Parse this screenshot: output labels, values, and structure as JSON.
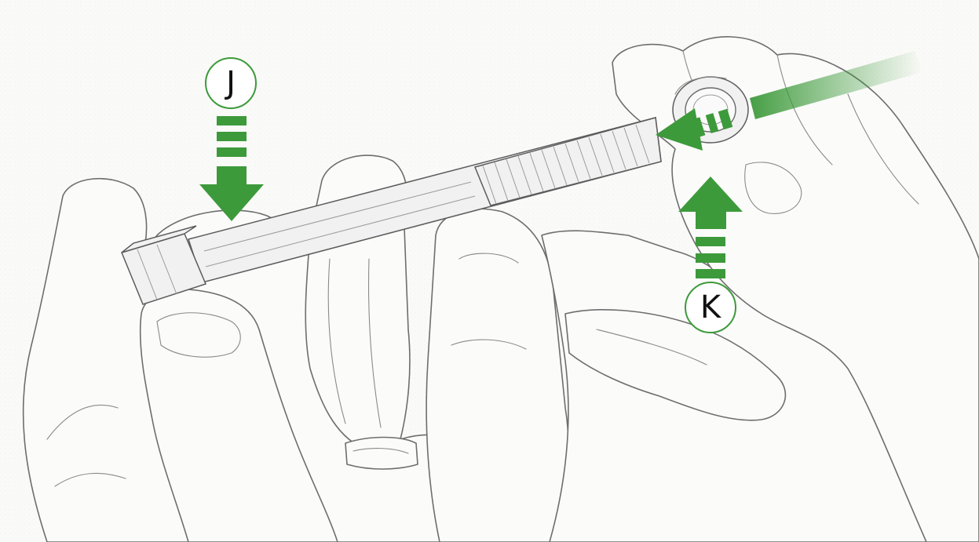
{
  "colors": {
    "accent": "#3d9a3b",
    "sketch_stroke": "#6e6e6e",
    "background": "#ffffff"
  },
  "callouts": [
    {
      "id": "J",
      "label": "J",
      "arrow_direction": "down"
    },
    {
      "id": "K",
      "label": "K",
      "arrow_direction": "up"
    }
  ],
  "insertion_arrow": {
    "direction": "left",
    "style": "gradient-trail"
  }
}
